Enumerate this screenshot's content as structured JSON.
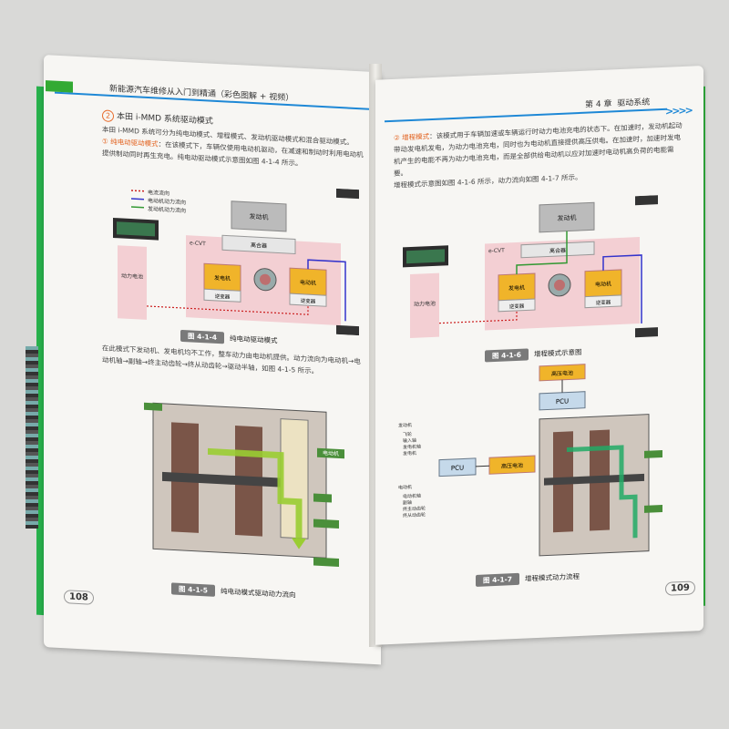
{
  "header": {
    "left_title": "新能源汽车维修从入门到精通（彩色图解 + 视频）",
    "right_chapter": "第 4 章",
    "right_title": "驱动系统"
  },
  "left_page": {
    "section_num": "2",
    "section_title": "本田 i-MMD 系统驱动模式",
    "para1": "本田 i-MMD 系统可分为纯电动模式、增程模式、发动机驱动模式和混合驱动模式。",
    "mode_num": "①",
    "mode_name": "纯电动驱动模式",
    "para2": "：在该模式下，车辆仅使用电动机驱动，在减速和制动时利用电动机提供制动同时再生充电。纯电动驱动模式示意图如图 4-1-4 所示。",
    "para3": "在此模式下发动机、发电机均不工作，整车动力由电动机提供。动力流向为电动机→电动机轴→副轴→终主动齿轮→终从动齿轮→驱动半轴，如图 4-1-5 所示。",
    "fig1_tag": "图 4-1-4",
    "fig1_title": "纯电动驱动模式",
    "fig2_tag": "图 4-1-5",
    "fig2_title": "纯电动模式驱动动力流向",
    "page_number": "108"
  },
  "right_page": {
    "mode_num": "②",
    "mode_name": "增程模式",
    "para1": "：该模式用于车辆加速或车辆运行时动力电池充电的状态下。在加速时，发动机起动带动发电机发电，为动力电池充电，同时也为电动机直接提供高压供电。在加速时，加速时发电机产生的电能不再为动力电池充电，而是全部供给电动机以应对加速时电动机高负荷的电能需要。",
    "para2": "增程模式示意图如图 4-1-6 所示，动力流向如图 4-1-7 所示。",
    "fig1_tag": "图 4-1-6",
    "fig1_title": "增程模式示意图",
    "fig2_tag": "图 4-1-7",
    "fig2_title": "增程模式动力流程",
    "page_number": "109"
  },
  "diagram": {
    "legend_current": "电流流向",
    "legend_motor": "电动机动力流向",
    "legend_engine": "发动机动力流向",
    "engine": "发动机",
    "ecvt": "e-CVT",
    "clutch": "离合器",
    "generator": "发电机",
    "motor": "电动机",
    "inverter": "逆变器",
    "battery": "动力电池",
    "hv_battery": "高压电池",
    "pcu": "PCU",
    "motor_label": "电动机",
    "engine_label": "发动机",
    "flow_items_engine": [
      "飞轮",
      "输入轴",
      "发电机轴",
      "发电机"
    ],
    "flow_items_motor": [
      "电动机轴",
      "副轴",
      "终主动齿轮",
      "终从动齿轮"
    ]
  },
  "colors": {
    "accent_orange": "#e2621f",
    "accent_blue": "#1e88d6",
    "green_spine": "#28b14c",
    "pink_bg": "#f3cfd3",
    "yellow_box": "#f0b42a"
  }
}
